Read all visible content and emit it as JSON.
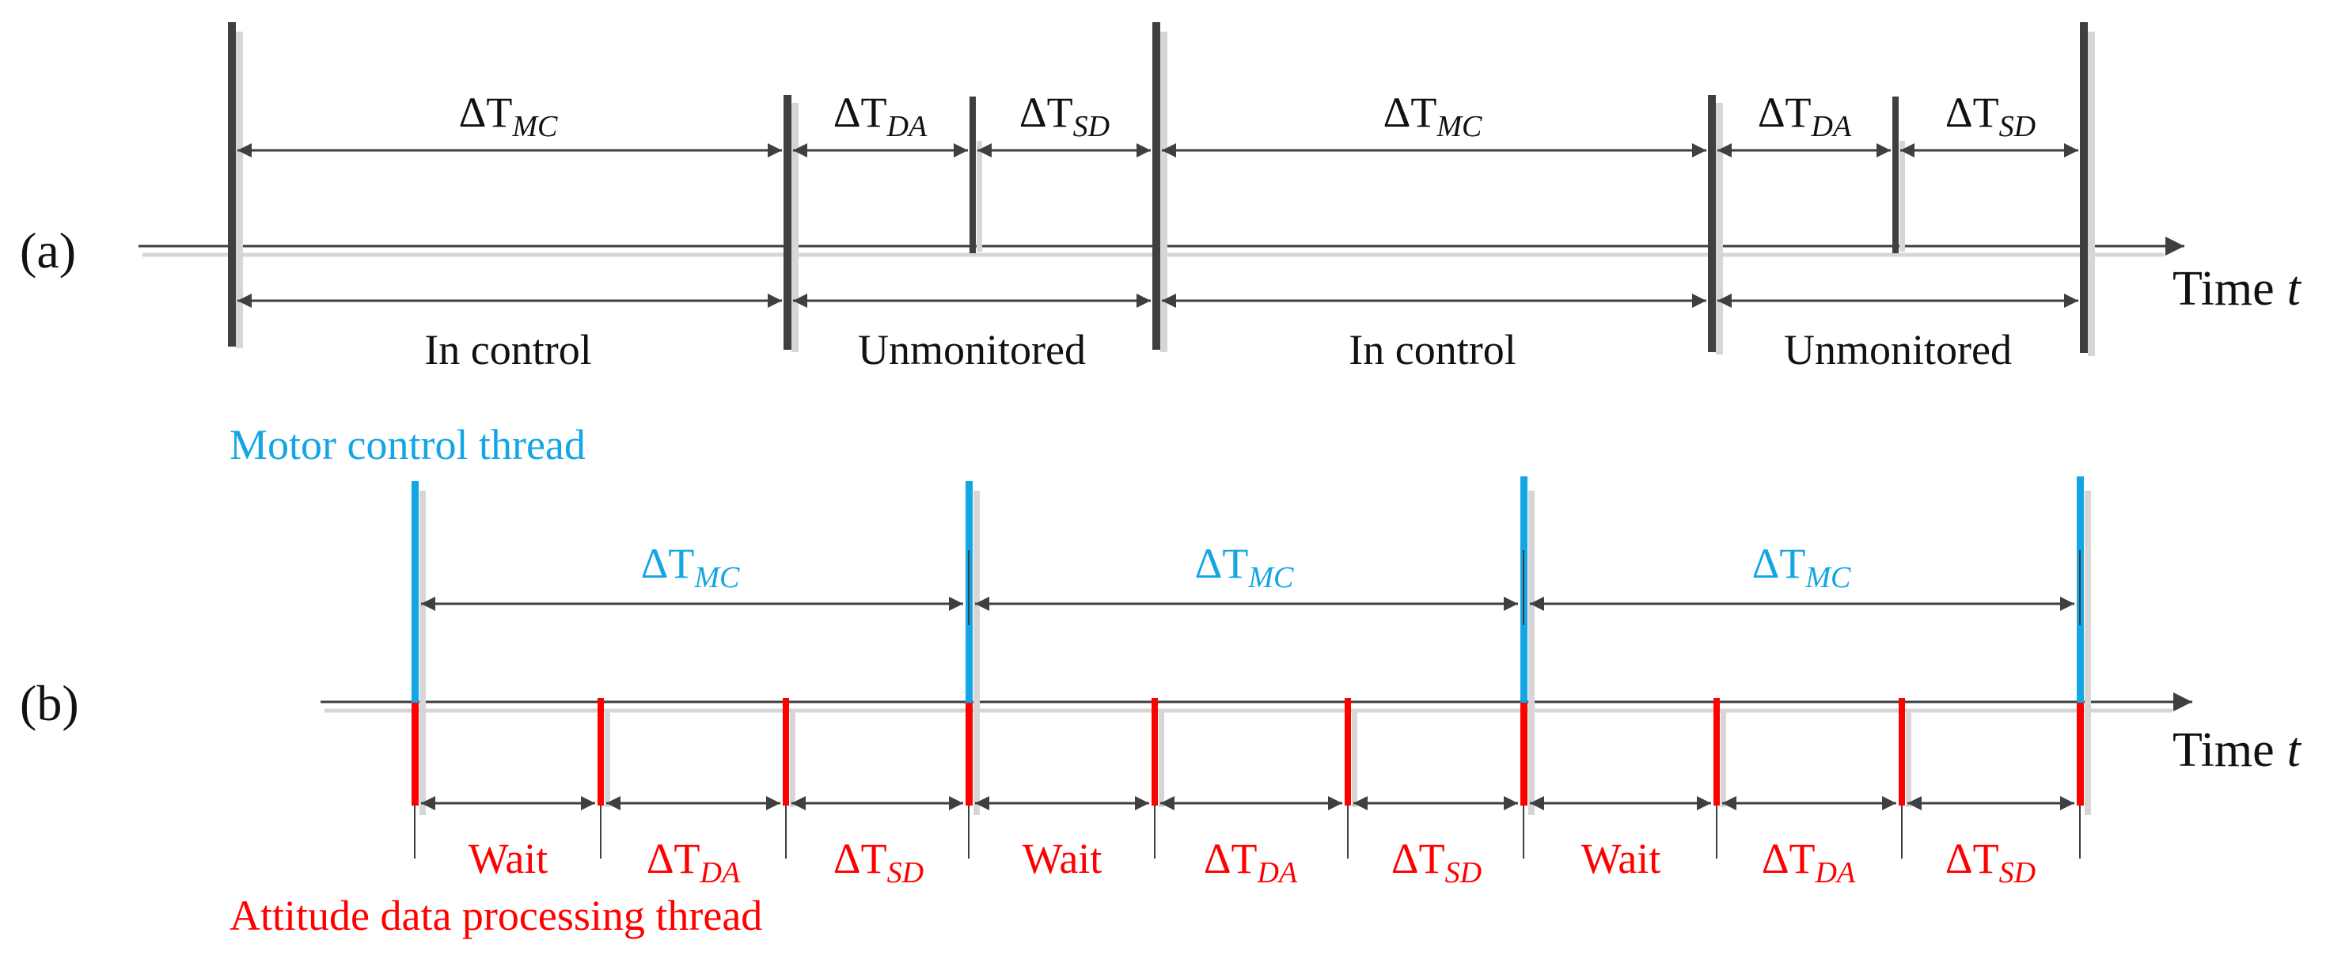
{
  "colors": {
    "black": "#3f3f3f",
    "shadow": "#d6d6d6",
    "blue": "#13a5e4",
    "red": "#ff0000"
  },
  "panel_a": {
    "label": "(a)",
    "axis_label": "Time",
    "axis_var": "t",
    "top_labels": [
      {
        "main": "ΔT",
        "sub": "MC"
      },
      {
        "main": "ΔT",
        "sub": "DA"
      },
      {
        "main": "ΔT",
        "sub": "SD"
      },
      {
        "main": "ΔT",
        "sub": "MC"
      },
      {
        "main": "ΔT",
        "sub": "DA"
      },
      {
        "main": "ΔT",
        "sub": "SD"
      }
    ],
    "bottom_labels": [
      "In control",
      "Unmonitored",
      "In control",
      "Unmonitored"
    ]
  },
  "panel_b": {
    "label": "(b)",
    "axis_label": "Time",
    "axis_var": "t",
    "thread_top": "Motor control thread",
    "thread_bottom": "Attitude data processing thread",
    "top_labels": [
      {
        "main": "ΔT",
        "sub": "MC"
      },
      {
        "main": "ΔT",
        "sub": "MC"
      },
      {
        "main": "ΔT",
        "sub": "MC"
      }
    ],
    "bottom_labels": [
      {
        "main": "Wait",
        "sub": ""
      },
      {
        "main": "ΔT",
        "sub": "DA"
      },
      {
        "main": "ΔT",
        "sub": "SD"
      },
      {
        "main": "Wait",
        "sub": ""
      },
      {
        "main": "ΔT",
        "sub": "DA"
      },
      {
        "main": "ΔT",
        "sub": "SD"
      },
      {
        "main": "Wait",
        "sub": ""
      },
      {
        "main": "ΔT",
        "sub": "DA"
      },
      {
        "main": "ΔT",
        "sub": "SD"
      }
    ]
  }
}
